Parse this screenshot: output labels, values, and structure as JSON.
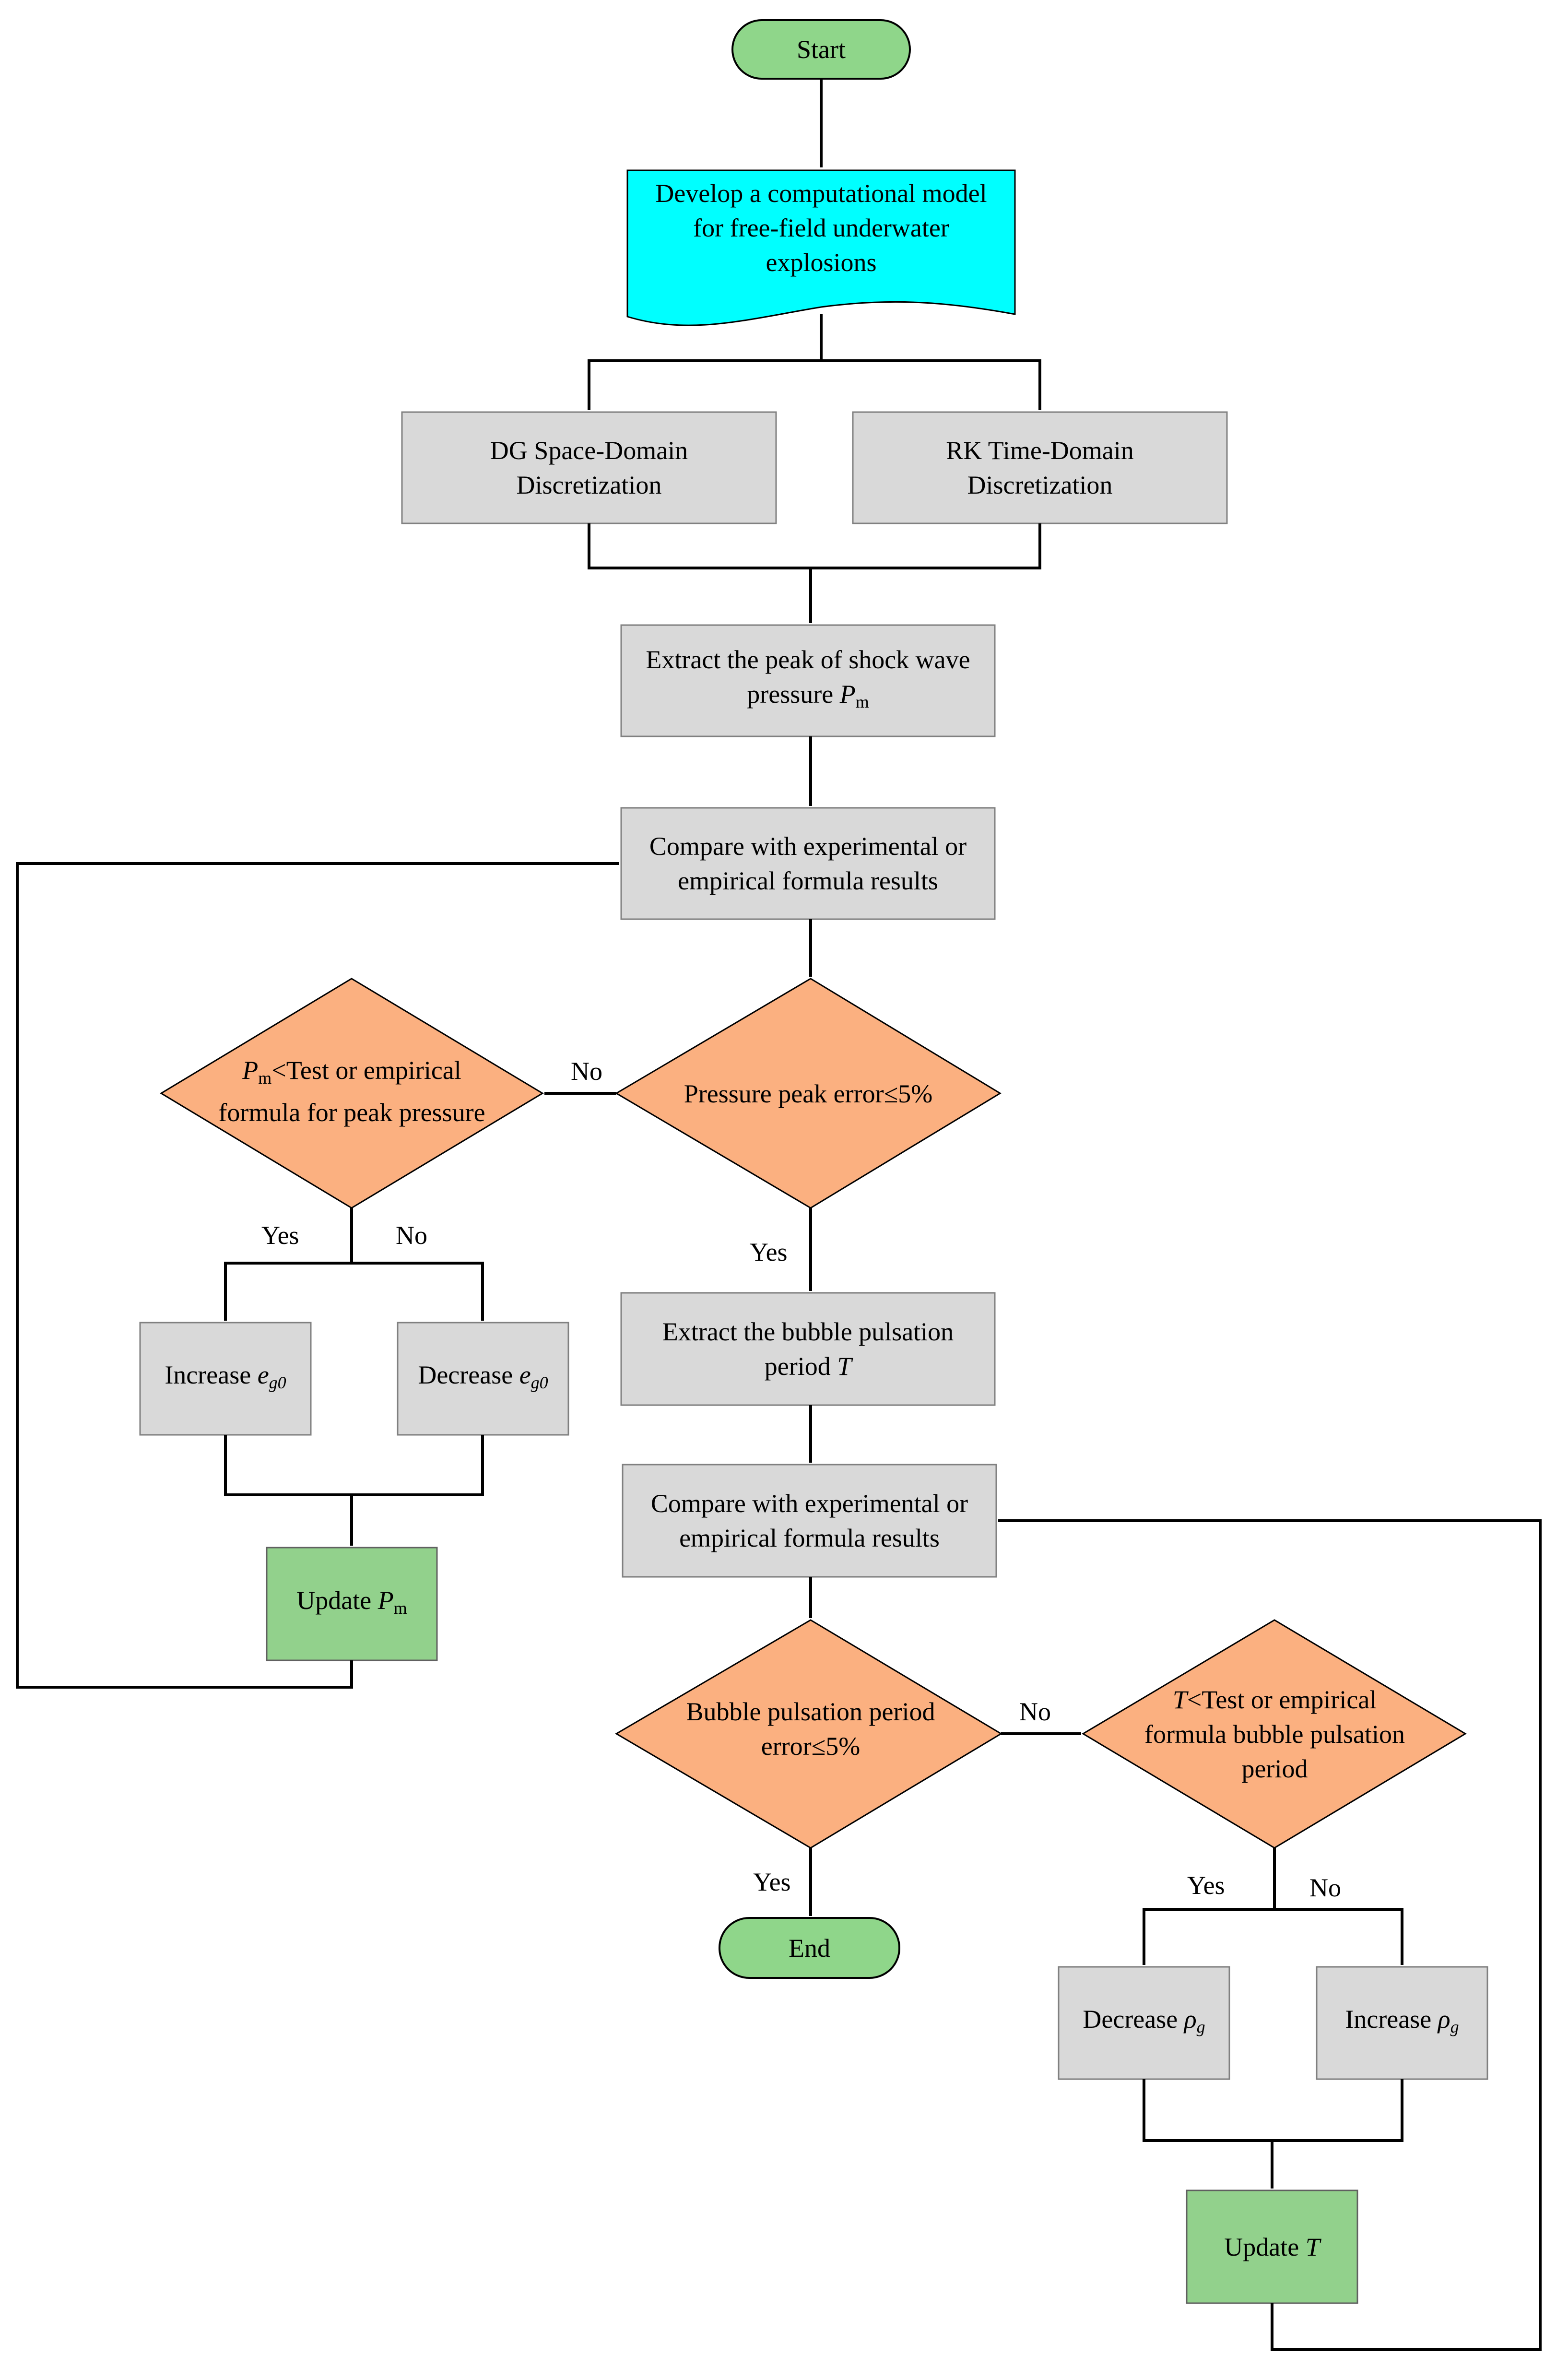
{
  "nodes": {
    "start": "Start",
    "develop": "Develop a computational model\nfor free-field underwater\nexplosions",
    "dg": "DG Space-Domain\nDiscretization",
    "rk": "RK Time-Domain\nDiscretization",
    "extract_peak": "Extract the peak of shock wave\npressure",
    "extract_peak_var": "P",
    "extract_peak_sub": "m",
    "compare1": "Compare with experimental or\nempirical formula results",
    "pressure_error": "Pressure peak error≤5%",
    "pm_cmp_var": "P",
    "pm_cmp_sub": "m",
    "pm_cmp_line1": "<Test or empirical",
    "pm_cmp_line2": "formula for peak pressure",
    "increase_eg0": "Increase",
    "decrease_eg0": "Decrease",
    "eg0_var": "e",
    "eg0_sub": "g0",
    "update_pm": "Update",
    "update_pm_var": "P",
    "update_pm_sub": "m",
    "extract_period": "Extract the bubble pulsation\nperiod",
    "extract_period_var": "T",
    "compare2": "Compare with experimental or\nempirical formula results",
    "bubble_error": "Bubble pulsation period\nerror≤5%",
    "t_cmp_var": "T",
    "t_cmp_line1": "<Test or empirical",
    "t_cmp_line2": "formula bubble pulsation\nperiod",
    "end": "End",
    "decrease_rho": "Decrease",
    "increase_rho": "Increase",
    "rho_var": "ρ",
    "rho_sub": "g",
    "update_t": "Update",
    "update_t_var": "T"
  },
  "edges": {
    "no1": "No",
    "yes1": "Yes",
    "yes_left": "Yes",
    "no_left": "No",
    "no2": "No",
    "yes2": "Yes",
    "yes_right": "Yes",
    "no_right": "No"
  },
  "colors": {
    "process": "#d9d9d9",
    "decision": "#fbb080",
    "update": "#92d18c",
    "terminal": "#8fd68a",
    "document": "#00ffff"
  }
}
